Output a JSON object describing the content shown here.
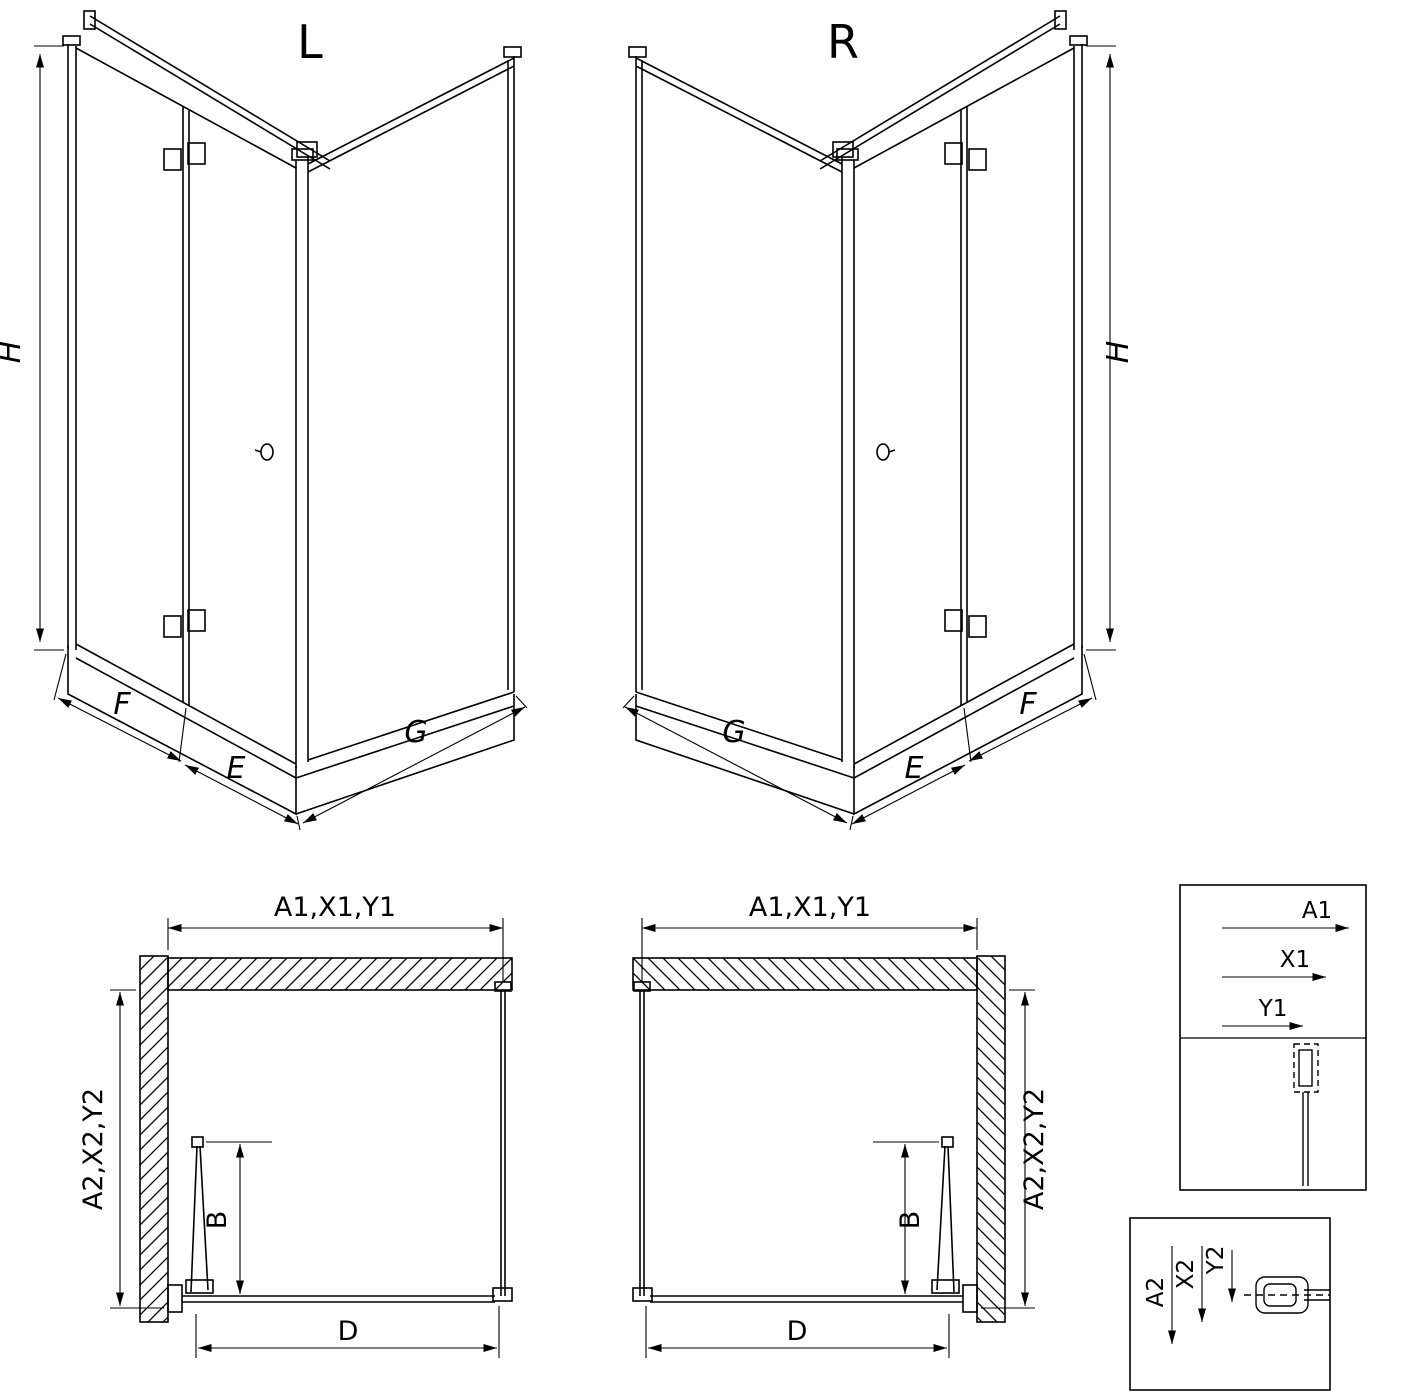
{
  "page": {
    "background": "#ffffff",
    "line_color": "#000000"
  },
  "diagram": {
    "variants": {
      "left": "L",
      "right": "R"
    },
    "iso": {
      "height": "H",
      "segment_f": "F",
      "segment_e": "E",
      "segment_g": "G"
    },
    "plan": {
      "width_dims": "A1,X1,Y1",
      "depth_dims": "A2,X2,Y2",
      "door_depth": "B",
      "front_width": "D"
    },
    "detail_width": {
      "a1": "A1",
      "x1": "X1",
      "y1": "Y1"
    },
    "detail_depth": {
      "a2": "A2",
      "x2": "X2",
      "y2": "Y2"
    }
  }
}
